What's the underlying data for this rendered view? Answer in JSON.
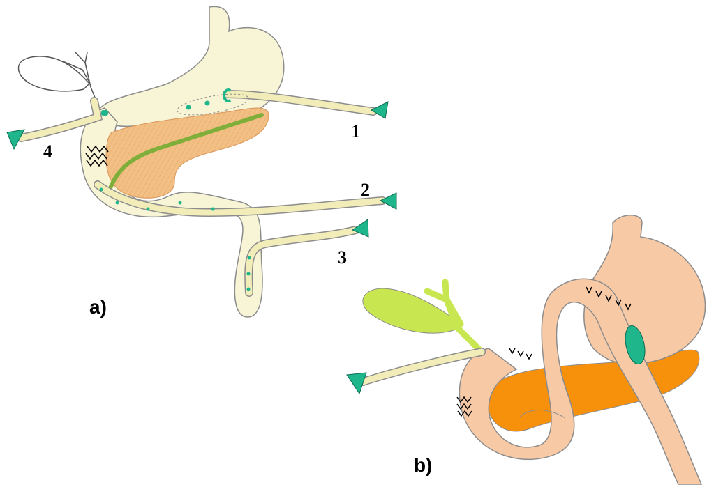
{
  "panels": {
    "a": {
      "label": "a)"
    },
    "b": {
      "label": "b)"
    }
  },
  "drains": [
    {
      "number": "1"
    },
    {
      "number": "2"
    },
    {
      "number": "3"
    },
    {
      "number": "4"
    }
  ],
  "colors": {
    "organ_pale": "#F8F5D6",
    "tube": "#F2EDB8",
    "pancreas_a": "#F2BF84",
    "duct": "#7FAE3A",
    "drain_cap": "#20B68C",
    "organ_b": "#F8C9A5",
    "pancreas_b": "#F7900A",
    "gallbladder_b": "#C8E650",
    "outline": "#8C8C8C"
  }
}
